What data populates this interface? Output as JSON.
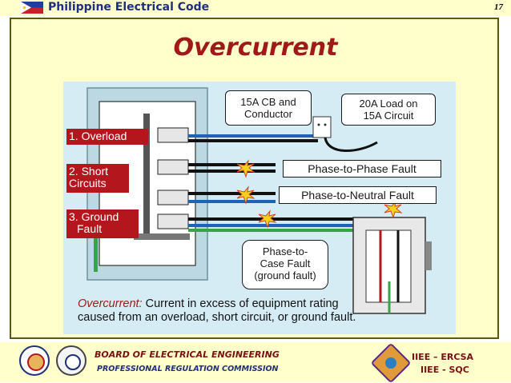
{
  "header": {
    "title": "Philippine Electrical Code",
    "slide_number": "17"
  },
  "slide": {
    "title": "Overcurrent"
  },
  "diagram": {
    "labels": {
      "overload": "1. Overload",
      "short_1": "2. Short",
      "short_2": "Circuits",
      "ground_1": "3. Ground",
      "ground_2": "Fault"
    },
    "callouts": {
      "cb_1": "15A CB and",
      "cb_2": "Conductor",
      "load_1": "20A Load on",
      "load_2": "15A Circuit",
      "case_1": "Phase-to-",
      "case_2": "Case Fault",
      "case_3": "(ground fault)"
    },
    "faults": {
      "phase_phase": "Phase-to-Phase Fault",
      "phase_neutral": "Phase-to-Neutral Fault"
    },
    "definition": {
      "term": "Overcurrent:",
      "line1_rest": " Current in excess of equipment rating",
      "line2": "caused from an overload, short circuit, or ground fault."
    }
  },
  "footer": {
    "board": "BOARD OF ELECTRICAL ENGINEERING",
    "commission": "PROFESSIONAL  REGULATION COMMISSION",
    "org_1": "IIEE – ERCSA",
    "org_2": "IIEE - SQC"
  },
  "colors": {
    "header_bg": "#ffffcc",
    "title_red": "#a01818",
    "label_red": "#b3171d",
    "navy": "#1f2f7a",
    "diagram_bg": "#d6ecf5",
    "wire_blue": "#1d63b8"
  }
}
